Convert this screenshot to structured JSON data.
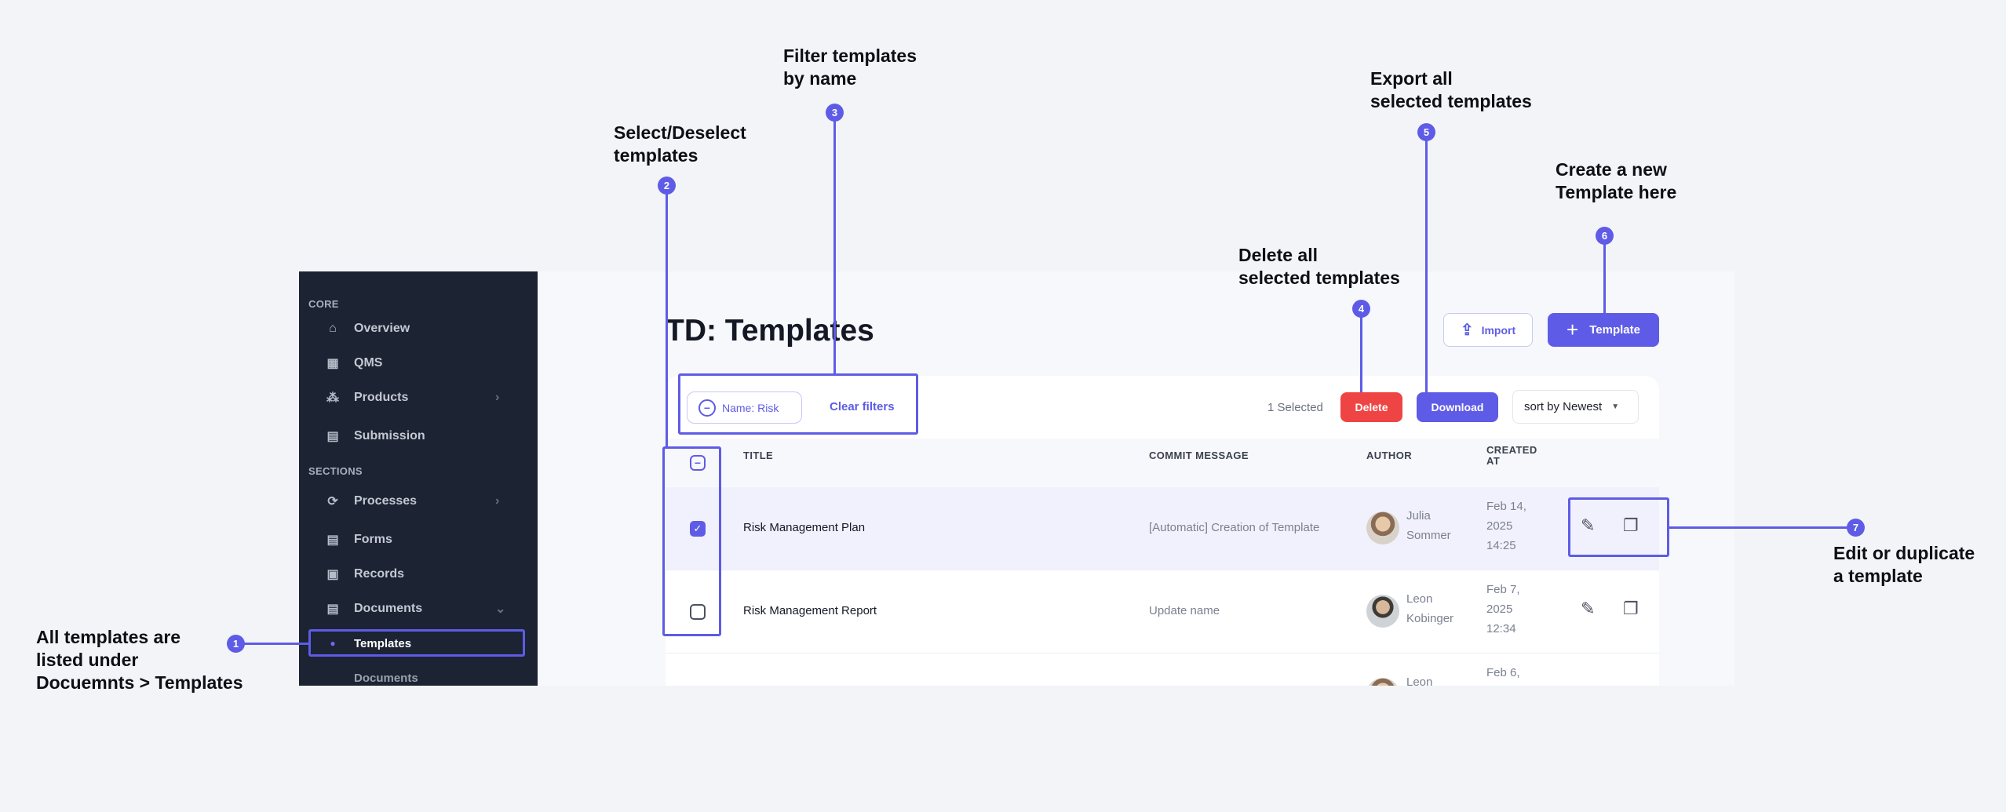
{
  "sidebar": {
    "core_label": "CORE",
    "sections_label": "SECTIONS",
    "items": [
      {
        "label": "Overview",
        "icon": "home-icon"
      },
      {
        "label": "QMS",
        "icon": "building-icon"
      },
      {
        "label": "Products",
        "icon": "cubes-icon"
      },
      {
        "label": "Submission",
        "icon": "document-check-icon"
      },
      {
        "label": "Processes",
        "icon": "process-cycle-icon"
      },
      {
        "label": "Forms",
        "icon": "form-icon"
      },
      {
        "label": "Records",
        "icon": "archive-icon"
      },
      {
        "label": "Documents",
        "icon": "document-icon"
      },
      {
        "label": "Templates"
      },
      {
        "label": "Documents"
      }
    ]
  },
  "header": {
    "title": "TD: Templates",
    "import_label": "Import",
    "template_label": "Template"
  },
  "toolbar": {
    "filter_chip": "Name: Risk",
    "clear_filters": "Clear filters",
    "selected_count": "1 Selected",
    "delete_label": "Delete",
    "download_label": "Download",
    "sort_value": "sort by Newest"
  },
  "table": {
    "columns": [
      "TITLE",
      "COMMIT MESSAGE",
      "AUTHOR",
      "CREATED AT"
    ],
    "rows": [
      {
        "title": "Risk Management Plan",
        "commit": "[Automatic] Creation of Template",
        "author_first": "Julia",
        "author_last": "Sommer",
        "date1": "Feb 14,",
        "date2": "2025",
        "date3": "14:25",
        "checked": true
      },
      {
        "title": "Risk Management Report",
        "commit": "Update name",
        "author_first": "Leon",
        "author_last": "Kobinger",
        "date1": "Feb 7,",
        "date2": "2025",
        "date3": "12:34",
        "checked": false
      },
      {
        "title": "",
        "commit": "",
        "author_first": "Leon",
        "author_last": "",
        "date1": "Feb 6,",
        "date2": "",
        "date3": "",
        "checked": false
      }
    ]
  },
  "annotations": [
    {
      "n": "1",
      "l1": "All templates are",
      "l2": "listed under",
      "l3": "Docuemnts > Templates"
    },
    {
      "n": "2",
      "l1": "Select/Deselect",
      "l2": "templates"
    },
    {
      "n": "3",
      "l1": "Filter templates",
      "l2": "by name"
    },
    {
      "n": "4",
      "l1": "Delete all",
      "l2": "selected templates"
    },
    {
      "n": "5",
      "l1": "Export all",
      "l2": "selected templates"
    },
    {
      "n": "6",
      "l1": "Create a new",
      "l2": "Template here"
    },
    {
      "n": "7",
      "l1": "Edit or duplicate",
      "l2": "a template"
    }
  ],
  "colors": {
    "accent": "#5e5ce6",
    "danger": "#ef4444",
    "sidebar": "#1c2333"
  }
}
